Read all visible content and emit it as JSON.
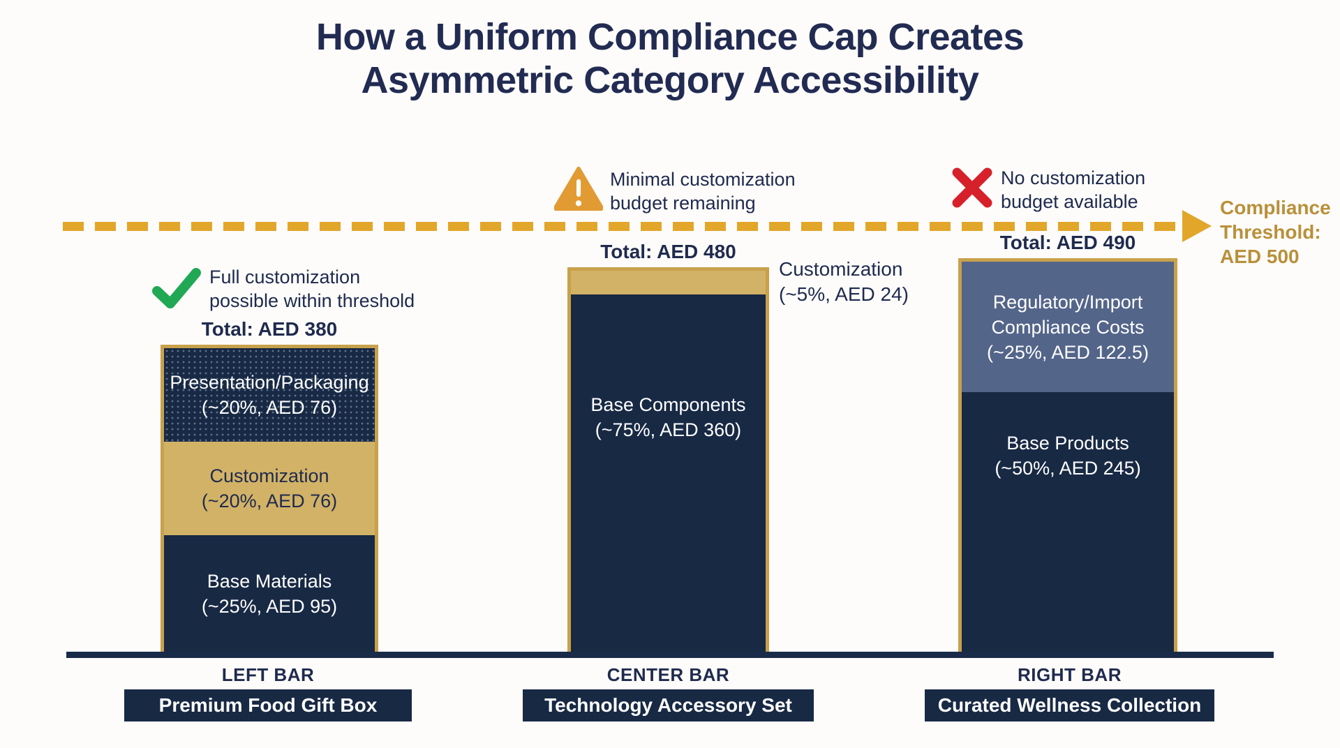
{
  "chart_data": {
    "type": "bar",
    "subtype": "stacked",
    "title": "How a Uniform Compliance Cap Creates Asymmetric Category Accessibility",
    "title_lines": [
      "How a Uniform Compliance Cap Creates",
      "Asymmetric Category Accessibility"
    ],
    "currency": "AED",
    "grid": false,
    "legend_position": "none",
    "ylim": [
      0,
      500
    ],
    "threshold": {
      "value": 500,
      "label_lines": [
        "Compliance",
        "Threshold:",
        "AED 500"
      ],
      "line_color": "#E2A62A",
      "text_color": "#B9903A"
    },
    "annotations": [
      {
        "icon": "check-icon",
        "color": "#21A855",
        "applies_to": "LEFT BAR",
        "lines": [
          "Full customization",
          "possible within threshold"
        ]
      },
      {
        "icon": "warning-icon",
        "color": "#E29A33",
        "applies_to": "CENTER BAR",
        "lines": [
          "Minimal customization",
          "budget remaining"
        ]
      },
      {
        "icon": "x-icon",
        "color": "#D6212A",
        "applies_to": "RIGHT BAR",
        "lines": [
          "No customization",
          "budget available"
        ]
      }
    ],
    "bars": [
      {
        "position_label": "LEFT BAR",
        "category": "Premium Food Gift Box",
        "total": 380,
        "total_label": "Total: AED 380",
        "segments": [
          {
            "name": "Presentation/Packaging",
            "detail": "(~20%, AED 76)",
            "pct": 20,
            "value": 76,
            "color": "#182944",
            "pattern": "dotted"
          },
          {
            "name": "Customization",
            "detail": "(~20%, AED 76)",
            "pct": 20,
            "value": 76,
            "color": "#D2B266",
            "pattern": "solid"
          },
          {
            "name": "Base Materials",
            "detail": "(~25%, AED 95)",
            "pct": 25,
            "value": 95,
            "color": "#182944",
            "pattern": "solid"
          }
        ]
      },
      {
        "position_label": "CENTER BAR",
        "category": "Technology Accessory Set",
        "total": 480,
        "total_label": "Total: AED 480",
        "segments": [
          {
            "name": "Customization",
            "detail": "(~5%, AED 24)",
            "pct": 5,
            "value": 24,
            "color": "#D2B266",
            "pattern": "solid",
            "label_outside": true
          },
          {
            "name": "Base Components",
            "detail": "(~75%, AED 360)",
            "pct": 75,
            "value": 360,
            "color": "#182944",
            "pattern": "solid"
          }
        ]
      },
      {
        "position_label": "RIGHT BAR",
        "category": "Curated Wellness Collection",
        "total": 490,
        "total_label": "Total: AED 490",
        "segments": [
          {
            "name": "Regulatory/Import Compliance Costs",
            "name_lines": [
              "Regulatory/Import",
              "Compliance Costs"
            ],
            "detail": "(~25%, AED 122.5)",
            "pct": 25,
            "value": 122.5,
            "color": "#54658A",
            "pattern": "solid"
          },
          {
            "name": "Base Products",
            "detail": "(~50%, AED 245)",
            "pct": 50,
            "value": 245,
            "color": "#182944",
            "pattern": "solid"
          }
        ]
      }
    ]
  }
}
